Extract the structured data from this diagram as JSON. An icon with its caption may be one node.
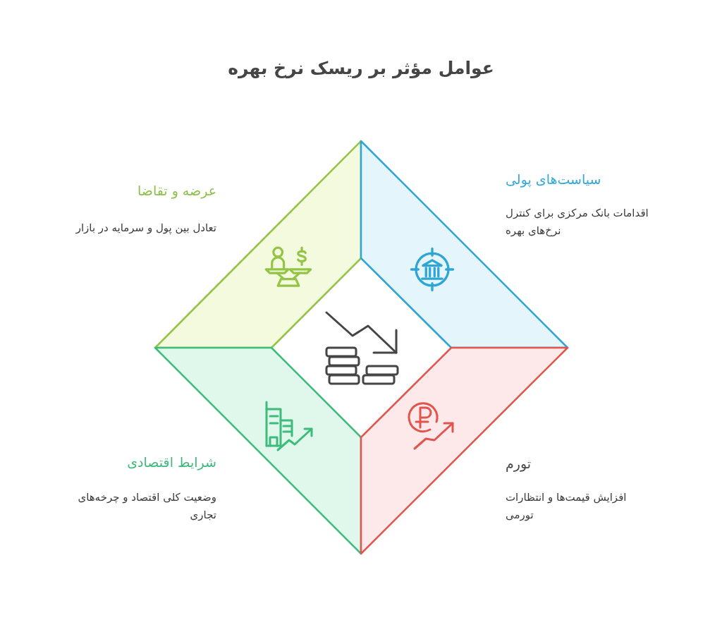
{
  "diagram": {
    "title": "عوامل مؤثر بر ریسک نرخ بهره",
    "nodes": [
      {
        "text": [
          "عرضه و تقاضا",
          "تعادل بین پول و سرمایه در بازار"
        ]
      },
      {
        "text": [
          "سیاست‌های پولی",
          "اقدامات بانک مرکزی برای کنترل نرخ‌های بهره"
        ]
      },
      {
        "text": [
          "شرایط اقتصادی",
          "وضعیت کلی اقتصاد و چرخه‌های تجاری"
        ]
      },
      {
        "text": [
          "تورم",
          "افزایش قیمت‌ها و انتظارات تورمی"
        ]
      },
      {
        "text": [],
        "shape": "diamond"
      }
    ]
  }
}
